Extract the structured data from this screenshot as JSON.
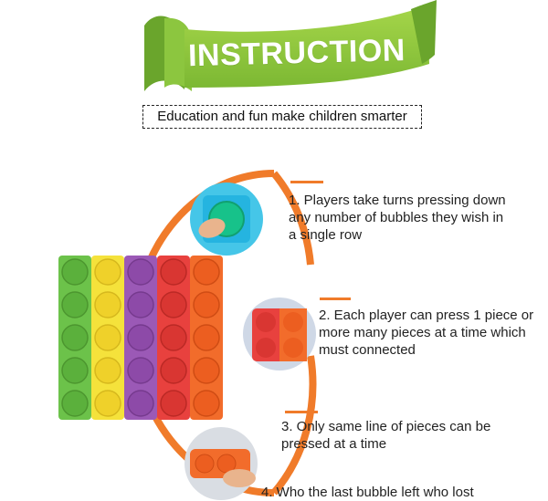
{
  "banner": {
    "title": "INSTRUCTION"
  },
  "subtitle": "Education and fun make children smarter",
  "colors": {
    "banner_green": "#8cc63f",
    "accent_orange": "#f07b2a",
    "green": "#6cc24a",
    "yellow": "#f5e23b",
    "purple": "#9b59b6",
    "red": "#e8413e",
    "orange": "#f26c2b"
  },
  "steps": [
    {
      "text_lines": [
        "1. Players take turns pressing down",
        "any number of bubbles they wish in",
        "a single row"
      ]
    },
    {
      "text_lines": [
        "2. Each player can press 1 piece or",
        "more many pieces at a time which",
        "must connected"
      ]
    },
    {
      "text_lines": [
        "3. Only same line of pieces can be",
        "pressed at a time"
      ]
    },
    {
      "text_lines": [
        "4. Who the last bubble left who lost"
      ]
    }
  ]
}
